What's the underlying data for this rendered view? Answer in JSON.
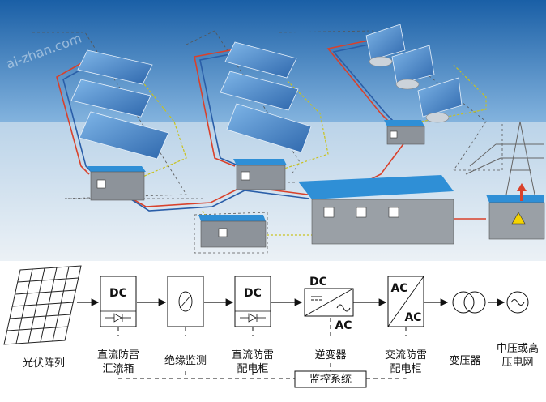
{
  "illustration": {
    "watermark": "ai-zhan.com",
    "colors": {
      "sky_top": "#1a5fa6",
      "sky_bottom": "#e6f0f8",
      "panel": "#3f7ec4",
      "roof": "#2f8fd6",
      "red_line": "#d9412b",
      "blue_line": "#2a5ea8",
      "yellow_line": "#c9c21e"
    }
  },
  "diagram": {
    "labels": {
      "pv": "光伏阵列",
      "combiner": "直流防雷\n汇流箱",
      "insulation": "绝缘监测",
      "dc_cabinet": "直流防雷\n配电柜",
      "inverter": "逆变器",
      "ac_cabinet": "交流防雷\n配电柜",
      "transformer": "变压器",
      "grid": "中压或高\n压电网",
      "monitor": "监控系统"
    },
    "box_text": {
      "combiner_dc": "DC",
      "dc_cabinet_dc": "DC",
      "inverter_dc": "DC",
      "inverter_ac": "AC",
      "ac_cabinet_ac_top": "AC",
      "ac_cabinet_ac_bottom": "AC"
    }
  }
}
